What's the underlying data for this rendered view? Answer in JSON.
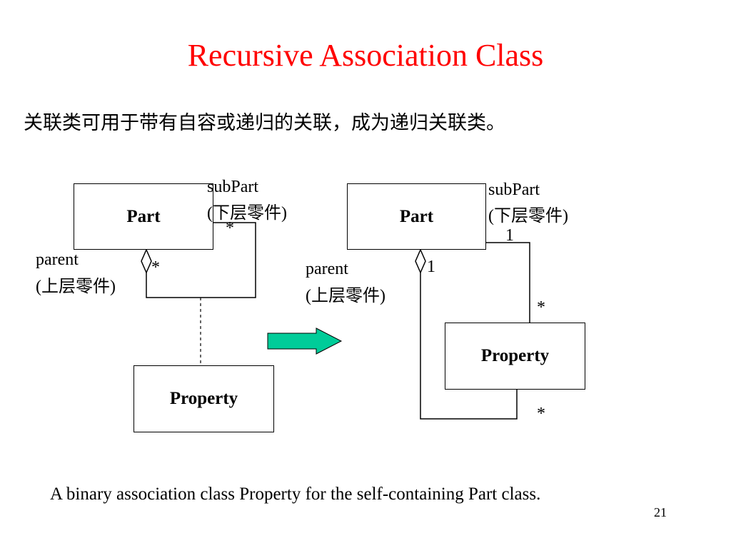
{
  "title": "Recursive Association Class",
  "subtitle": "关联类可用于带有自容或递归的关联，成为递归关联类。",
  "left_diagram": {
    "part_label": "Part",
    "property_label": "Property",
    "subpart_role": "subPart",
    "subpart_role_cn": "(下层零件)",
    "subpart_multiplicity": "*",
    "parent_role": "parent",
    "parent_role_cn": "(上层零件)",
    "parent_multiplicity": "*"
  },
  "right_diagram": {
    "part_label": "Part",
    "property_label": "Property",
    "subpart_role": "subPart",
    "subpart_role_cn": "(下层零件)",
    "subpart_multiplicity": "1",
    "parent_role": "parent",
    "parent_role_cn": "(上层零件)",
    "parent_multiplicity": "1",
    "property_top_multiplicity": "*",
    "property_bottom_multiplicity": "*"
  },
  "colors": {
    "title": "#ff0000",
    "arrow_fill": "#00cc99"
  },
  "caption": "A binary association class Property for the self-containing Part class.",
  "page_number": "21"
}
